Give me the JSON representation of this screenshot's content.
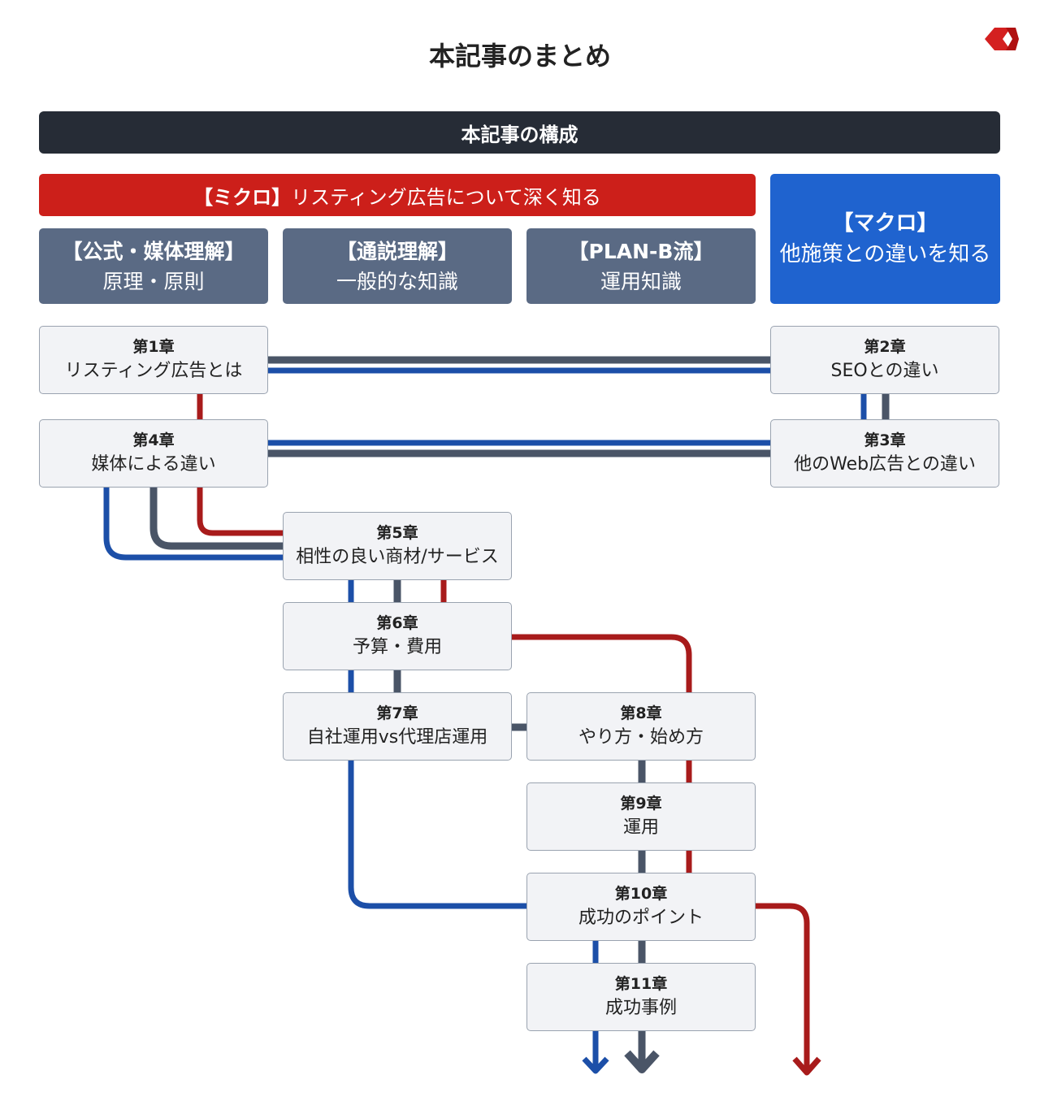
{
  "title": "本記事のまとめ",
  "header": "本記事の構成",
  "micro": {
    "bracket_label": "【ミクロ】",
    "text": "リスティング広告について深く知る"
  },
  "categories": [
    {
      "title": "【公式・媒体理解】",
      "subtitle": "原理・原則"
    },
    {
      "title": "【通説理解】",
      "subtitle": "一般的な知識"
    },
    {
      "title": "【PLAN-B流】",
      "subtitle": "運用知識"
    }
  ],
  "macro": {
    "title": "【マクロ】",
    "subtitle": "他施策との違いを知る"
  },
  "chapters": [
    {
      "number": "第1章",
      "title": "リスティング広告とは"
    },
    {
      "number": "第2章",
      "title": "SEOとの違い"
    },
    {
      "number": "第3章",
      "title": "他のWeb広告との違い"
    },
    {
      "number": "第4章",
      "title": "媒体による違い"
    },
    {
      "number": "第5章",
      "title": "相性の良い商材/サービス"
    },
    {
      "number": "第6章",
      "title": "予算・費用"
    },
    {
      "number": "第7章",
      "title": "自社運用vs代理店運用"
    },
    {
      "number": "第8章",
      "title": "やり方・始め方"
    },
    {
      "number": "第9章",
      "title": "運用"
    },
    {
      "number": "第10章",
      "title": "成功のポイント"
    },
    {
      "number": "第11章",
      "title": "成功事例"
    }
  ],
  "colors": {
    "official_line": "#a81b1b",
    "common_line": "#4a5567",
    "planb_line": "#1c4fa8",
    "micro_red": "#cc1f1a",
    "macro_blue": "#1f63cf",
    "category_slate": "#5a6a84",
    "header_dark": "#262c36"
  },
  "logo_icon": "brand-chevron-icon"
}
